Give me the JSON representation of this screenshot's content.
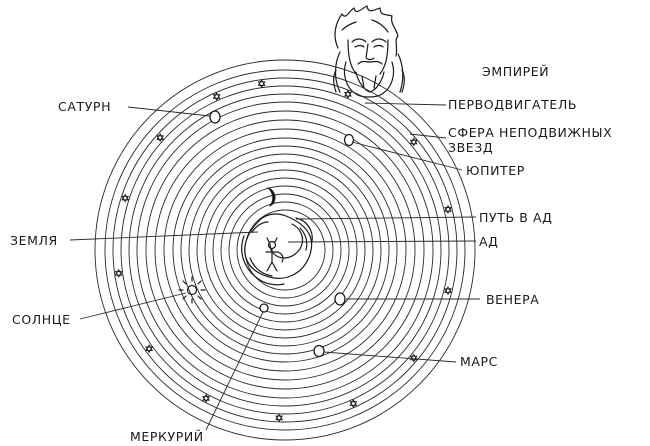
{
  "labels": {
    "empyrean": "ЭМПИРЕЙ",
    "prime_mover": "ПЕРВОДВИГАТЕЛЬ",
    "fixed_stars_line1": "СФЕРА НЕПОДВИЖНЫХ",
    "fixed_stars_line2": "ЗВЕЗД",
    "jupiter": "ЮПИТЕР",
    "path_to_hell": "ПУТЬ В АД",
    "hell": "АД",
    "venus": "ВЕНЕРА",
    "mars": "МАРС",
    "mercury": "МЕРКУРИЙ",
    "saturn": "САТУРН",
    "earth": "ЗЕМЛЯ",
    "sun": "СОЛНЦЕ"
  },
  "icons": {
    "god_face": "bearded-deity-head-icon",
    "star": "six-pointed-star-icon",
    "moon": "crescent-moon-icon",
    "sun": "sun-rays-icon",
    "devil": "devil-figure-icon"
  },
  "colors": {
    "ink": "#1a1a1a",
    "background": "#ffffff"
  }
}
